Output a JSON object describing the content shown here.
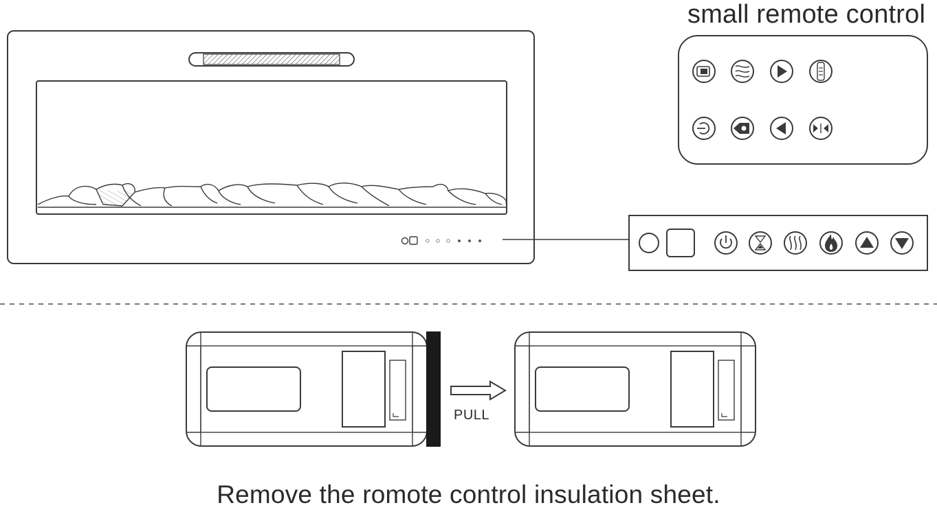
{
  "remote": {
    "title": "small remote control",
    "buttons_row1": [
      "display-icon",
      "heat-waves-icon",
      "play-right-icon",
      "timer-icon"
    ],
    "buttons_row2": [
      "power-icon",
      "flame-speed-icon",
      "play-left-icon",
      "flame-color-icon"
    ]
  },
  "control_panel": {
    "buttons": [
      "power-icon",
      "timer-icon",
      "heat-icon",
      "flame-icon",
      "up-arrow-icon",
      "down-arrow-icon"
    ]
  },
  "insulation": {
    "arrow_label": "PULL",
    "caption": "Remove the romote control insulation sheet."
  }
}
